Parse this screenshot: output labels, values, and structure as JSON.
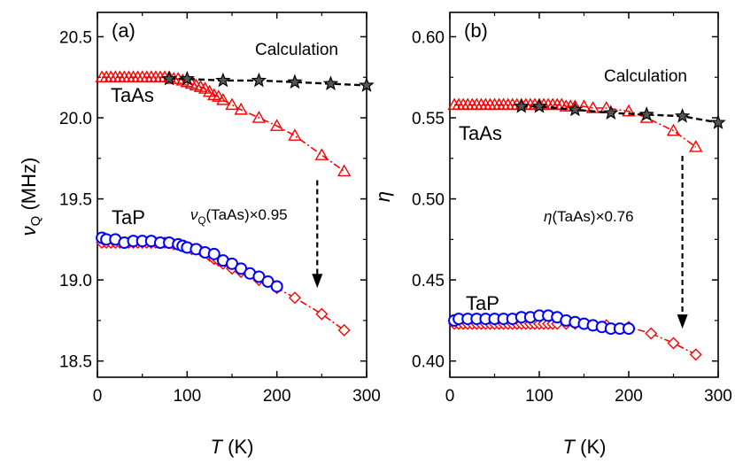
{
  "colors": {
    "taas": "#ff0000",
    "tap": "#0000ff",
    "calculation": "#000000"
  },
  "chart_data": [
    {
      "type": "scatter",
      "panel_label": "(a)",
      "xlabel": {
        "italic": "T",
        "rest": " (K)"
      },
      "ylabel": {
        "italic": "ν",
        "sub": "Q",
        "rest": " (MHz)"
      },
      "xlim": [
        0,
        300
      ],
      "ylim": [
        18.4,
        20.65
      ],
      "xticks": [
        0,
        100,
        200,
        300
      ],
      "xtick_labels": [
        "0",
        "100",
        "200",
        "300"
      ],
      "yticks": [
        18.5,
        19.0,
        19.5,
        20.0,
        20.5
      ],
      "ytick_labels": [
        "18.5",
        "19.0",
        "19.5",
        "20.0",
        "20.5"
      ],
      "series": [
        {
          "name": "TaAs",
          "marker": "triangle",
          "color": "#ff0000",
          "x": [
            5,
            10,
            15,
            20,
            25,
            30,
            35,
            40,
            45,
            50,
            55,
            60,
            65,
            70,
            75,
            80,
            85,
            90,
            95,
            100,
            105,
            110,
            115,
            120,
            125,
            130,
            135,
            140,
            150,
            160,
            180,
            200,
            220,
            250,
            275
          ],
          "y": [
            20.25,
            20.25,
            20.25,
            20.25,
            20.25,
            20.25,
            20.25,
            20.25,
            20.25,
            20.25,
            20.25,
            20.25,
            20.25,
            20.25,
            20.25,
            20.25,
            20.24,
            20.24,
            20.23,
            20.22,
            20.21,
            20.2,
            20.19,
            20.18,
            20.16,
            20.14,
            20.13,
            20.11,
            20.08,
            20.05,
            20.0,
            19.95,
            19.89,
            19.77,
            19.67
          ]
        },
        {
          "name": "TaAs ×0.95",
          "marker": "diamond",
          "color": "#ff0000",
          "x": [
            5,
            10,
            15,
            20,
            25,
            30,
            35,
            40,
            45,
            50,
            55,
            60,
            65,
            70,
            75,
            80,
            85,
            90,
            95,
            100,
            105,
            110,
            115,
            120,
            125,
            130,
            135,
            140,
            150,
            160,
            180,
            200,
            220,
            250,
            275
          ],
          "y": [
            19.23,
            19.23,
            19.23,
            19.23,
            19.23,
            19.23,
            19.23,
            19.23,
            19.23,
            19.23,
            19.23,
            19.23,
            19.23,
            19.23,
            19.23,
            19.23,
            19.22,
            19.22,
            19.21,
            19.2,
            19.19,
            19.19,
            19.18,
            19.17,
            19.15,
            19.13,
            19.12,
            19.1,
            19.07,
            19.05,
            19.0,
            18.95,
            18.89,
            18.79,
            18.69
          ]
        },
        {
          "name": "TaP",
          "marker": "circle",
          "color": "#0000ff",
          "x": [
            5,
            10,
            20,
            30,
            40,
            50,
            60,
            70,
            80,
            90,
            95,
            100,
            110,
            120,
            130,
            140,
            150,
            160,
            170,
            180,
            190,
            200
          ],
          "y": [
            19.26,
            19.25,
            19.25,
            19.23,
            19.24,
            19.24,
            19.24,
            19.23,
            19.23,
            19.22,
            19.21,
            19.2,
            19.19,
            19.17,
            19.16,
            19.12,
            19.1,
            19.07,
            19.04,
            19.02,
            18.99,
            18.96
          ]
        },
        {
          "name": "Calculation",
          "marker": "star",
          "color": "#000000",
          "x": [
            80,
            100,
            140,
            180,
            220,
            260,
            300
          ],
          "y": [
            20.24,
            20.24,
            20.23,
            20.23,
            20.22,
            20.21,
            20.2
          ]
        }
      ],
      "annotations": {
        "calculation_label": "Calculation",
        "taas_label": "TaAs",
        "tap_label": "TaP",
        "scale_label": {
          "italic": "ν",
          "sub": "Q",
          "rest": "(TaAs)×0.95"
        },
        "arrow": {
          "x": 245,
          "y_from": 19.67,
          "y_to": 18.95
        }
      }
    },
    {
      "type": "scatter",
      "panel_label": "(b)",
      "xlabel": {
        "italic": "T",
        "rest": " (K)"
      },
      "ylabel": {
        "italic": "η",
        "sub": "",
        "rest": ""
      },
      "xlim": [
        0,
        300
      ],
      "ylim": [
        0.39,
        0.615
      ],
      "xticks": [
        0,
        100,
        200,
        300
      ],
      "xtick_labels": [
        "0",
        "100",
        "200",
        "300"
      ],
      "yticks": [
        0.4,
        0.45,
        0.5,
        0.55,
        0.6
      ],
      "ytick_labels": [
        "0.40",
        "0.45",
        "0.50",
        "0.55",
        "0.60"
      ],
      "series": [
        {
          "name": "TaAs",
          "marker": "triangle",
          "color": "#ff0000",
          "x": [
            5,
            10,
            15,
            20,
            25,
            30,
            35,
            40,
            45,
            50,
            55,
            60,
            65,
            70,
            75,
            80,
            85,
            90,
            95,
            100,
            105,
            110,
            115,
            120,
            125,
            130,
            135,
            140,
            150,
            160,
            175,
            200,
            220,
            250,
            275
          ],
          "y": [
            0.558,
            0.558,
            0.558,
            0.558,
            0.558,
            0.558,
            0.558,
            0.558,
            0.558,
            0.558,
            0.558,
            0.558,
            0.558,
            0.558,
            0.558,
            0.558,
            0.558,
            0.558,
            0.558,
            0.558,
            0.558,
            0.558,
            0.558,
            0.558,
            0.558,
            0.557,
            0.557,
            0.557,
            0.557,
            0.556,
            0.556,
            0.554,
            0.55,
            0.542,
            0.532
          ]
        },
        {
          "name": "TaAs ×0.76",
          "marker": "diamond",
          "color": "#ff0000",
          "x": [
            5,
            10,
            15,
            20,
            25,
            30,
            35,
            40,
            45,
            50,
            55,
            60,
            65,
            70,
            75,
            80,
            85,
            90,
            95,
            100,
            105,
            110,
            115,
            120,
            130,
            140,
            150,
            160,
            175,
            200,
            225,
            250,
            275
          ],
          "y": [
            0.423,
            0.423,
            0.423,
            0.423,
            0.423,
            0.423,
            0.423,
            0.423,
            0.423,
            0.423,
            0.423,
            0.423,
            0.423,
            0.423,
            0.423,
            0.423,
            0.423,
            0.423,
            0.423,
            0.423,
            0.423,
            0.423,
            0.423,
            0.423,
            0.423,
            0.423,
            0.423,
            0.422,
            0.422,
            0.421,
            0.417,
            0.411,
            0.404
          ]
        },
        {
          "name": "TaP",
          "marker": "circle",
          "color": "#0000ff",
          "x": [
            5,
            10,
            20,
            30,
            40,
            50,
            60,
            70,
            80,
            90,
            100,
            110,
            120,
            130,
            140,
            150,
            160,
            170,
            180,
            190,
            200
          ],
          "y": [
            0.425,
            0.426,
            0.426,
            0.426,
            0.426,
            0.426,
            0.426,
            0.426,
            0.427,
            0.427,
            0.428,
            0.428,
            0.427,
            0.425,
            0.424,
            0.423,
            0.422,
            0.421,
            0.42,
            0.42,
            0.42
          ]
        },
        {
          "name": "Calculation",
          "marker": "star",
          "color": "#000000",
          "x": [
            80,
            100,
            140,
            180,
            220,
            260,
            300
          ],
          "y": [
            0.557,
            0.557,
            0.555,
            0.553,
            0.552,
            0.551,
            0.547
          ]
        }
      ],
      "annotations": {
        "calculation_label": "Calculation",
        "taas_label": "TaAs",
        "tap_label": "TaP",
        "scale_label": {
          "italic": "η",
          "sub": "",
          "rest": "(TaAs)×0.76"
        },
        "arrow": {
          "x": 260,
          "y_from": 0.532,
          "y_to": 0.42
        }
      }
    }
  ]
}
